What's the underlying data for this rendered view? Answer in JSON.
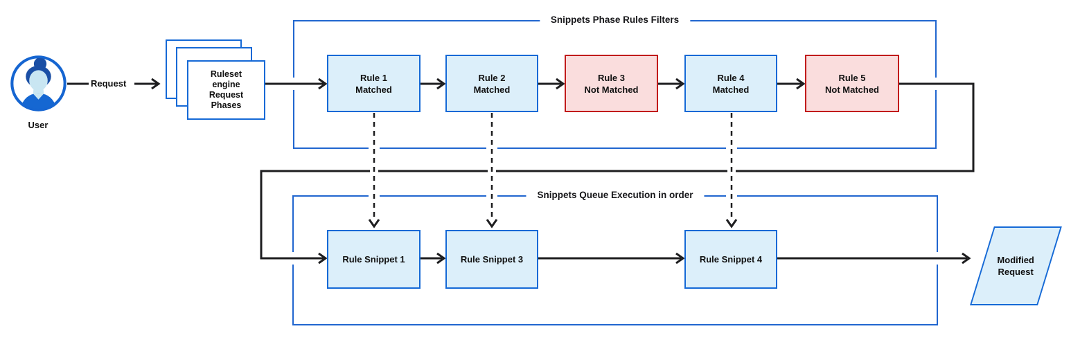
{
  "user": {
    "label": "User"
  },
  "request_label": "Request",
  "ruleset_stack": {
    "label": "Ruleset\nengine\nRequest\nPhases"
  },
  "filters_container": {
    "title": "Snippets Phase Rules Filters",
    "rules": [
      {
        "title": "Rule 1",
        "status": "Matched",
        "state": "matched"
      },
      {
        "title": "Rule 2",
        "status": "Matched",
        "state": "matched"
      },
      {
        "title": "Rule 3",
        "status": "Not Matched",
        "state": "not-matched"
      },
      {
        "title": "Rule 4",
        "status": "Matched",
        "state": "matched"
      },
      {
        "title": "Rule 5",
        "status": "Not Matched",
        "state": "not-matched"
      }
    ]
  },
  "queue_container": {
    "title": "Snippets Queue Execution in order",
    "snippets": [
      {
        "label": "Rule Snippet 1"
      },
      {
        "label": "Rule Snippet 3"
      },
      {
        "label": "Rule Snippet 4"
      }
    ]
  },
  "output": {
    "label": "Modified\nRequest"
  },
  "colors": {
    "accent_blue": "#1569d6",
    "frame_blue": "#2066cf",
    "fill_blue": "#dceffa",
    "accent_red": "#c11b1b",
    "fill_red": "#fadddd",
    "line_black": "#1d1d1f",
    "avatar_hair": "#1b4fa5",
    "avatar_skin": "#c9e6f2",
    "avatar_shirt": "#1567d2"
  }
}
